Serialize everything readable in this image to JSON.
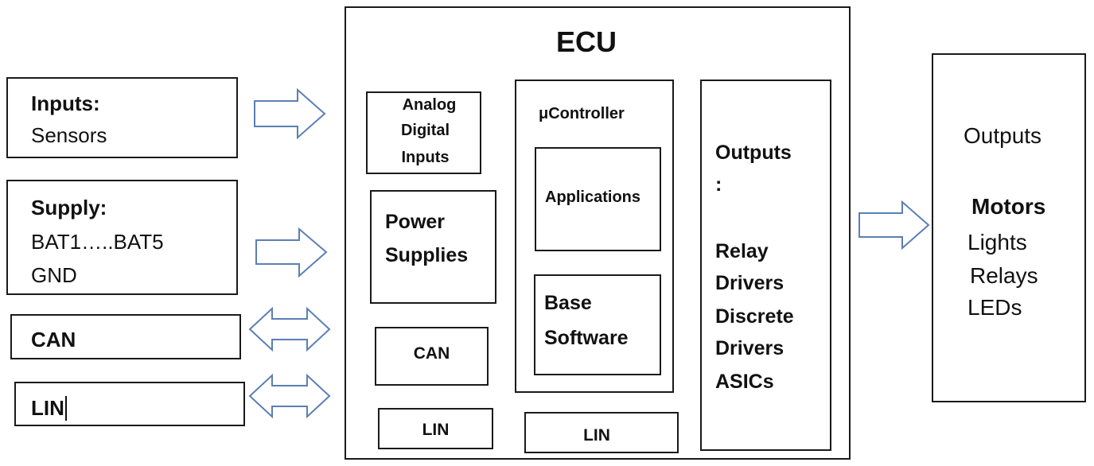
{
  "ecu": {
    "title": "ECU",
    "analog_inputs": [
      "Analog",
      "Digital",
      "Inputs"
    ],
    "power_supplies": [
      "Power",
      "Supplies"
    ],
    "can": "CAN",
    "lin_left": "LIN",
    "lin_right": "LIN",
    "microcontroller": {
      "title": "μController",
      "applications": "Applications",
      "base_software": [
        "Base",
        "Software"
      ]
    },
    "outputs": {
      "title_line1": "Outputs",
      "title_line2": ":",
      "items": [
        "Relay",
        "Drivers",
        "Discrete",
        "Drivers",
        "ASICs"
      ]
    }
  },
  "left": {
    "inputs": {
      "title": "Inputs:",
      "text": "Sensors"
    },
    "supply": {
      "title": "Supply:",
      "lines": [
        "BAT1…..BAT5",
        "GND"
      ]
    },
    "can": "CAN",
    "lin": "LIN"
  },
  "right": {
    "title": "Outputs",
    "items": [
      "Motors",
      "Lights",
      "Relays",
      "LEDs"
    ]
  },
  "colors": {
    "arrow": "#5b7fb4",
    "border": "#1a1a1a"
  }
}
